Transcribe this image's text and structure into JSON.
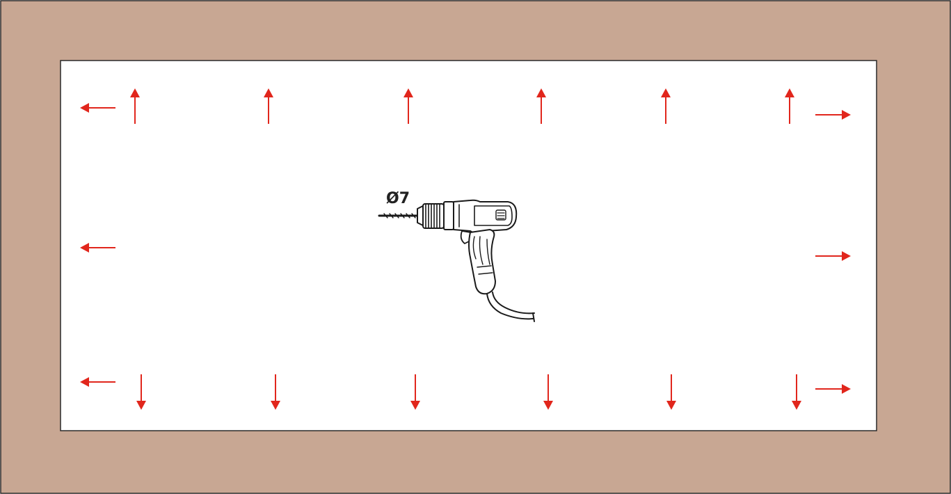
{
  "diagram": {
    "colors": {
      "frame": "#c8a793",
      "panel": "#ffffff",
      "border": "#2a2a2a",
      "arrow": "#e1261c",
      "ink": "#222222"
    },
    "drill": {
      "icon": "electric-drill-icon",
      "label": "Ø7"
    },
    "arrows": {
      "top_edge": "up",
      "bottom_edge": "down",
      "left_edge": "left",
      "right_edge": "right"
    }
  }
}
